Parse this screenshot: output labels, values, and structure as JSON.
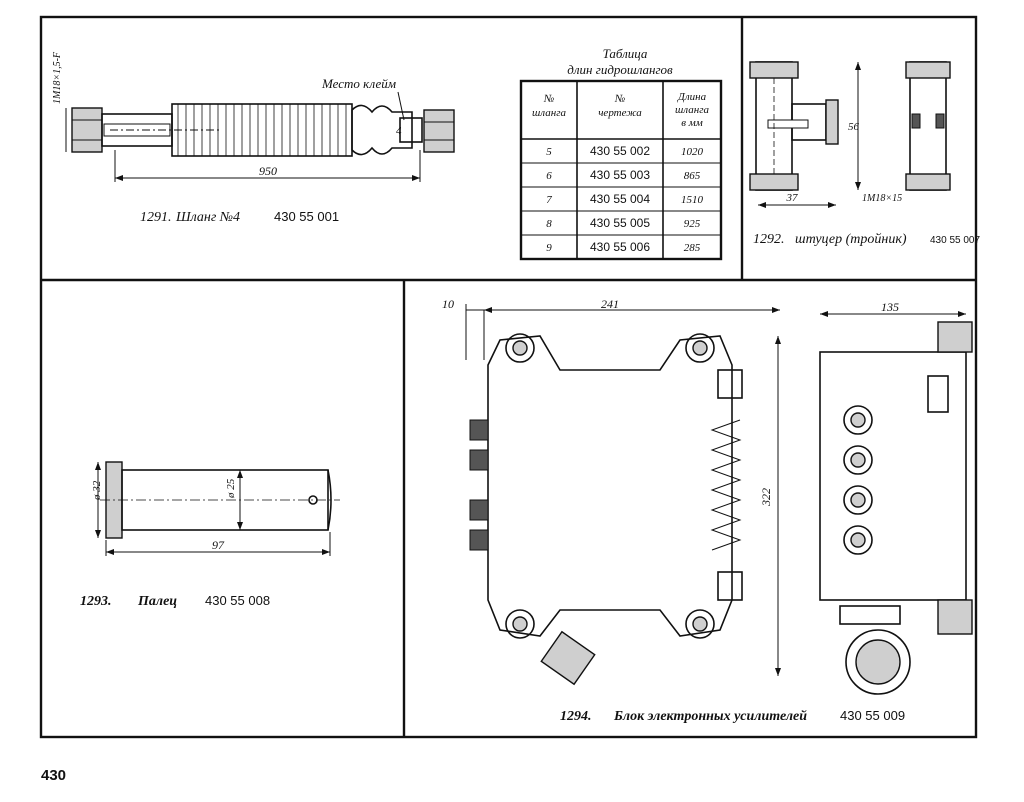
{
  "page_number": "430",
  "items": {
    "hose": {
      "number": "1291.",
      "title": "Шланг №4",
      "code": "430 55 001",
      "dim_thread": "1M18×1,5-F",
      "dim_length": "950",
      "callout": "Место клейм",
      "mark": "4"
    },
    "fitting": {
      "number": "1292.",
      "title": "штуцер (тройник)",
      "code": "430 55 007",
      "dim_height": "56",
      "dim_width": "37",
      "dim_thread": "1M18×15"
    },
    "pin": {
      "number": "1293.",
      "title": "Палец",
      "code": "430 55 008",
      "dim_head": "ø 32",
      "dim_shaft": "ø 25",
      "dim_length": "97"
    },
    "block": {
      "number": "1294.",
      "title": "Блок электронных усилителей",
      "code": "430 55 009",
      "dim_offset": "10",
      "dim_width": "241",
      "dim_height": "322",
      "dim_depth": "135"
    }
  },
  "table": {
    "title_line1": "Таблица",
    "title_line2": "длин гидрошлангов",
    "headers": [
      "№ шланга",
      "№ чертежа",
      "Длина шланга в мм"
    ],
    "rows": [
      [
        "5",
        "430 55 002",
        "1020"
      ],
      [
        "6",
        "430 55 003",
        "865"
      ],
      [
        "7",
        "430 55 004",
        "1510"
      ],
      [
        "8",
        "430 55 005",
        "925"
      ],
      [
        "9",
        "430 55 006",
        "285"
      ]
    ]
  }
}
